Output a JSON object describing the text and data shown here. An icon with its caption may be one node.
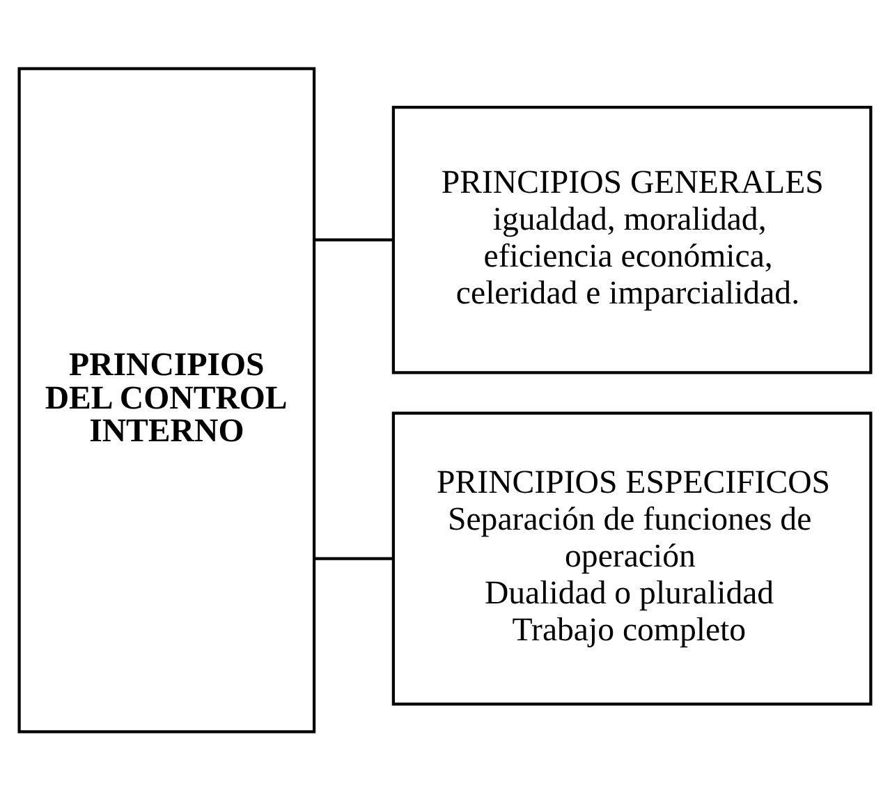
{
  "diagram": {
    "nodes": [
      {
        "text": [
          "PRINCIPIOS DEL CONTROL INTERNO"
        ]
      },
      {
        "text": [
          "PRINCIPIOS GENERALES",
          "igualdad, moralidad, eficiencia económica, celeridad e imparcialidad."
        ]
      },
      {
        "text": [
          "PRINCIPIOS ESPECIFICOS",
          "Separación de funciones de operación",
          "Dualidad o pluralidad",
          "Trabajo completo"
        ]
      }
    ],
    "edges": [
      {
        "from": 0,
        "to": 1,
        "arrow": "none"
      },
      {
        "from": 0,
        "to": 2,
        "arrow": "none"
      }
    ]
  }
}
